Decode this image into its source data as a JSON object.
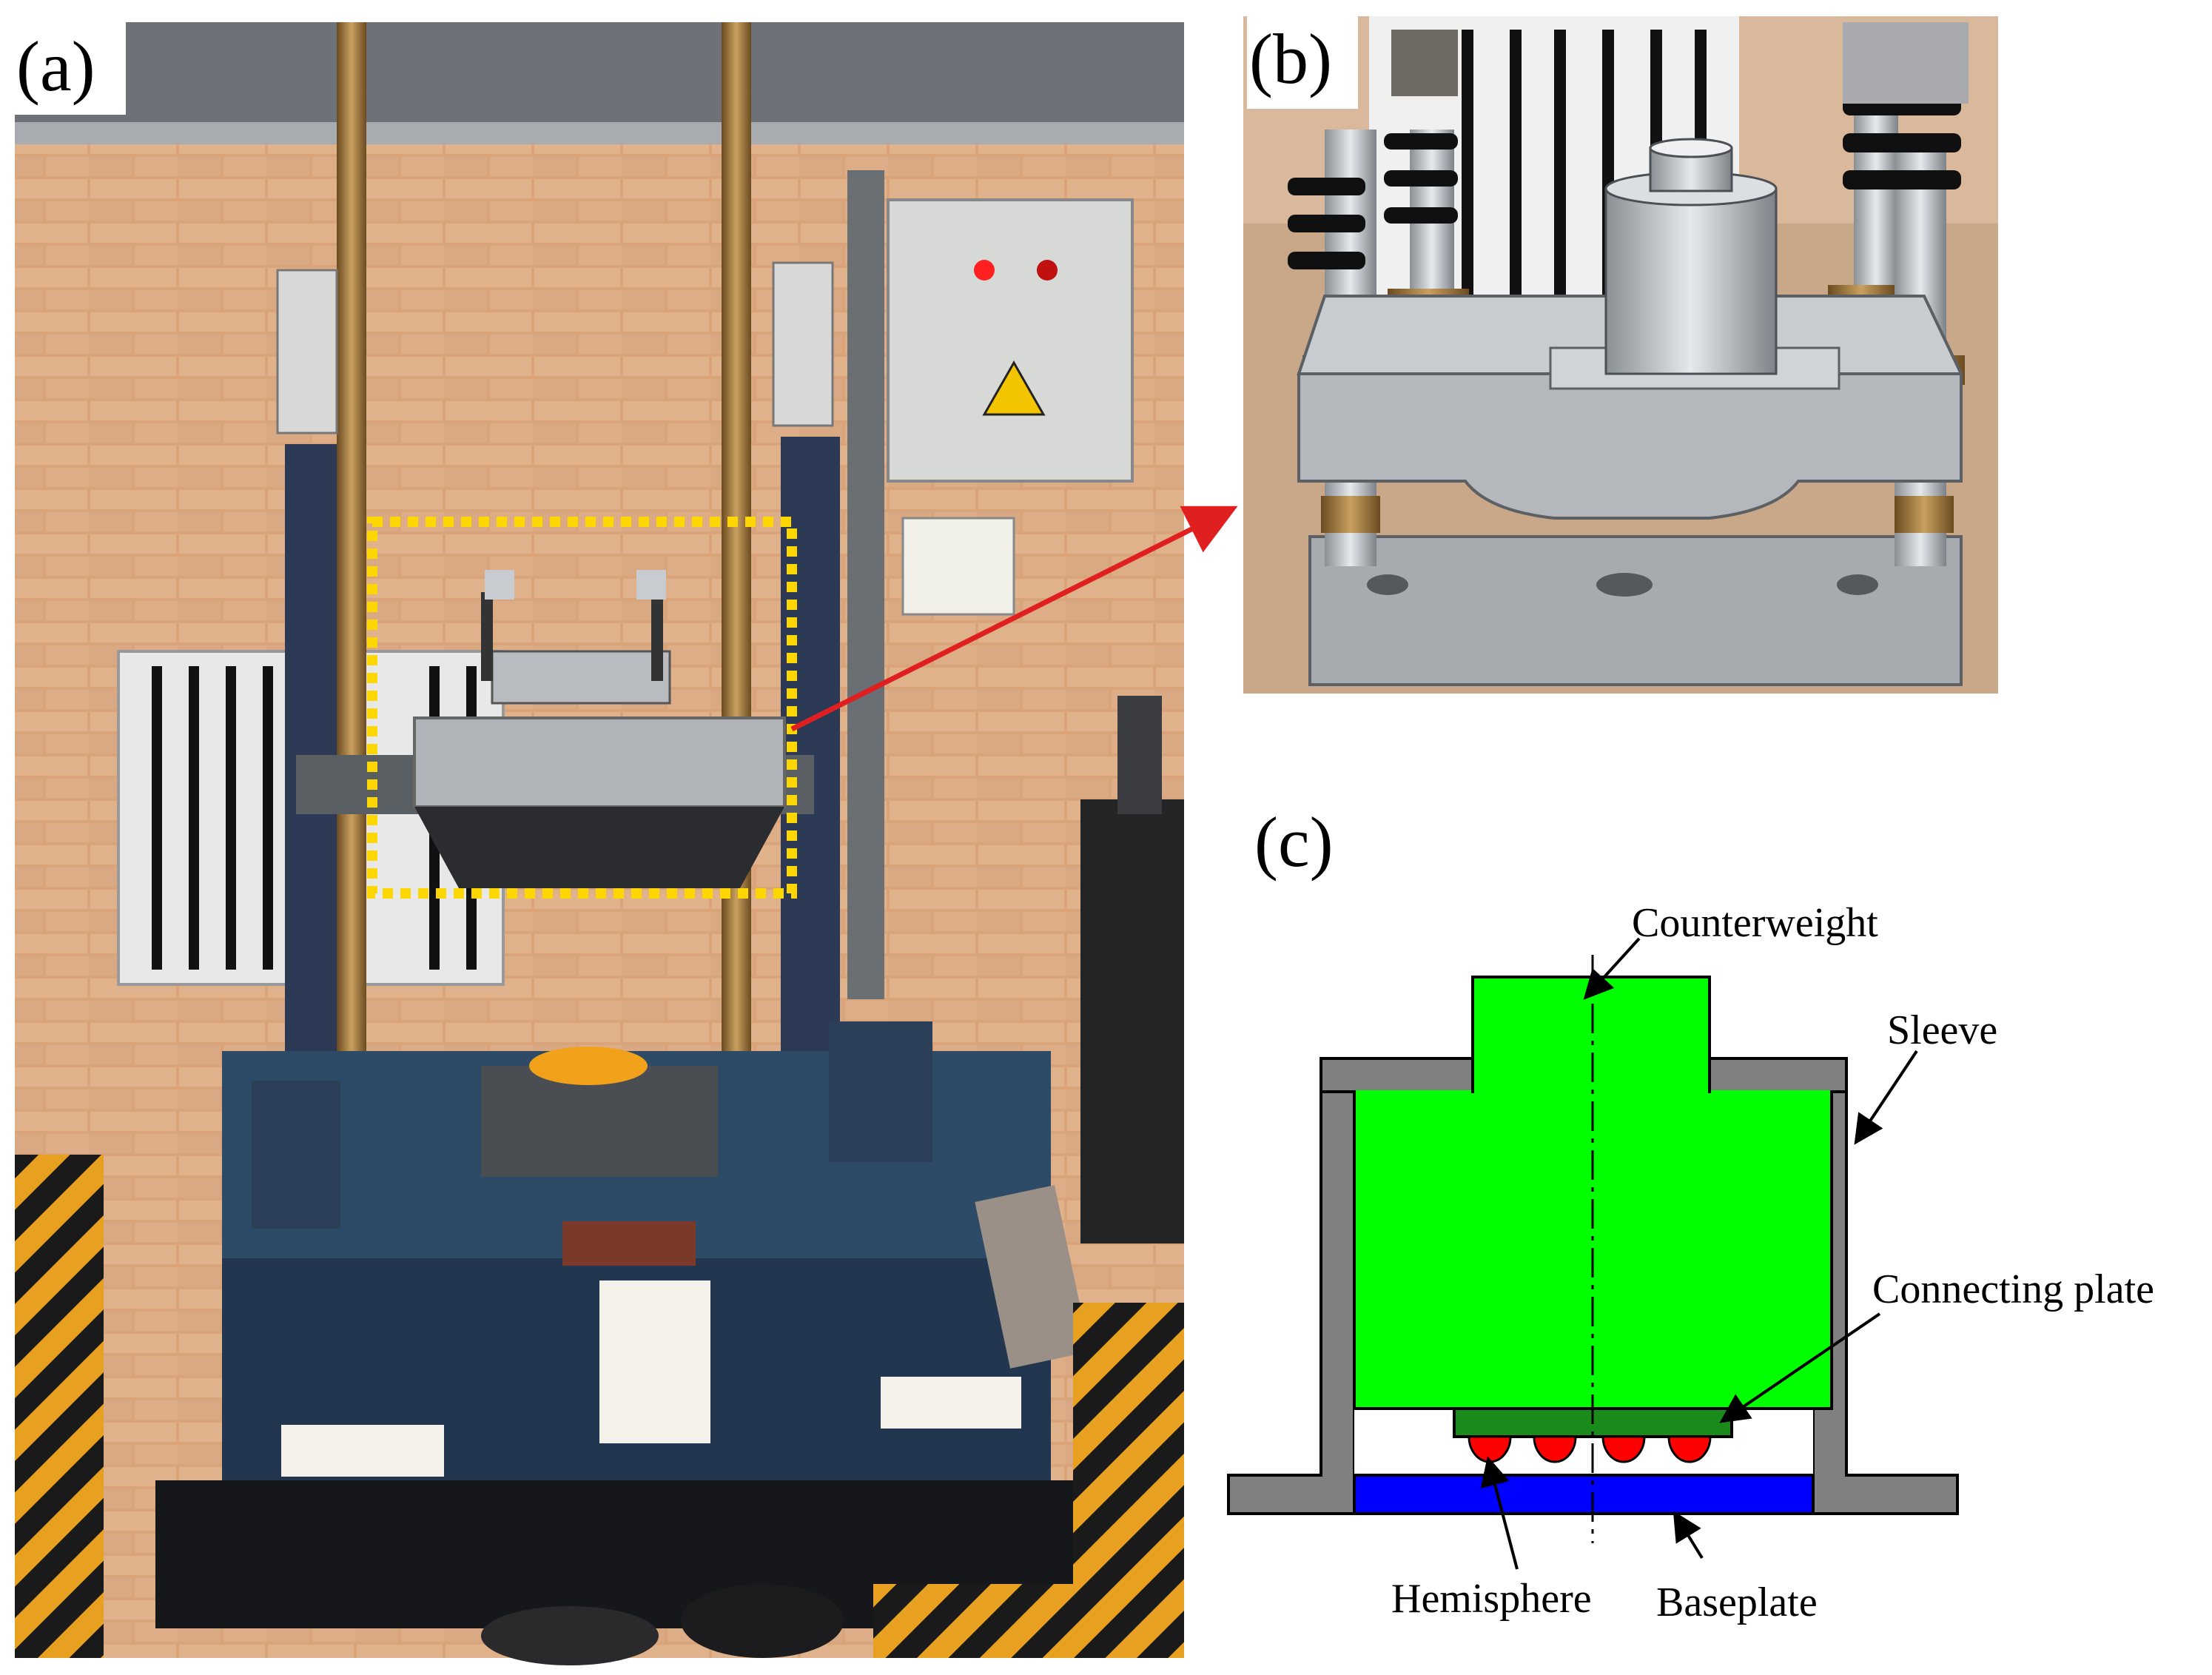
{
  "panels": {
    "a": {
      "label": "(a)"
    },
    "b": {
      "label": "(b)"
    },
    "c": {
      "label": "(c)"
    }
  },
  "diagram_c": {
    "labels": {
      "counterweight": "Counterweight",
      "sleeve": "Sleeve",
      "connecting_plate": "Connecting plate",
      "hemisphere": "Hemisphere",
      "baseplate": "Baseplate"
    },
    "colors": {
      "counterweight": "#00ff00",
      "sleeve": "#808080",
      "connecting_plate": "#1a8a1a",
      "hemisphere": "#ff0000",
      "baseplate": "#0000ff",
      "highlight_box": "#ffd700",
      "pointer_arrow": "#e02020"
    },
    "hemisphere_count": 4
  }
}
